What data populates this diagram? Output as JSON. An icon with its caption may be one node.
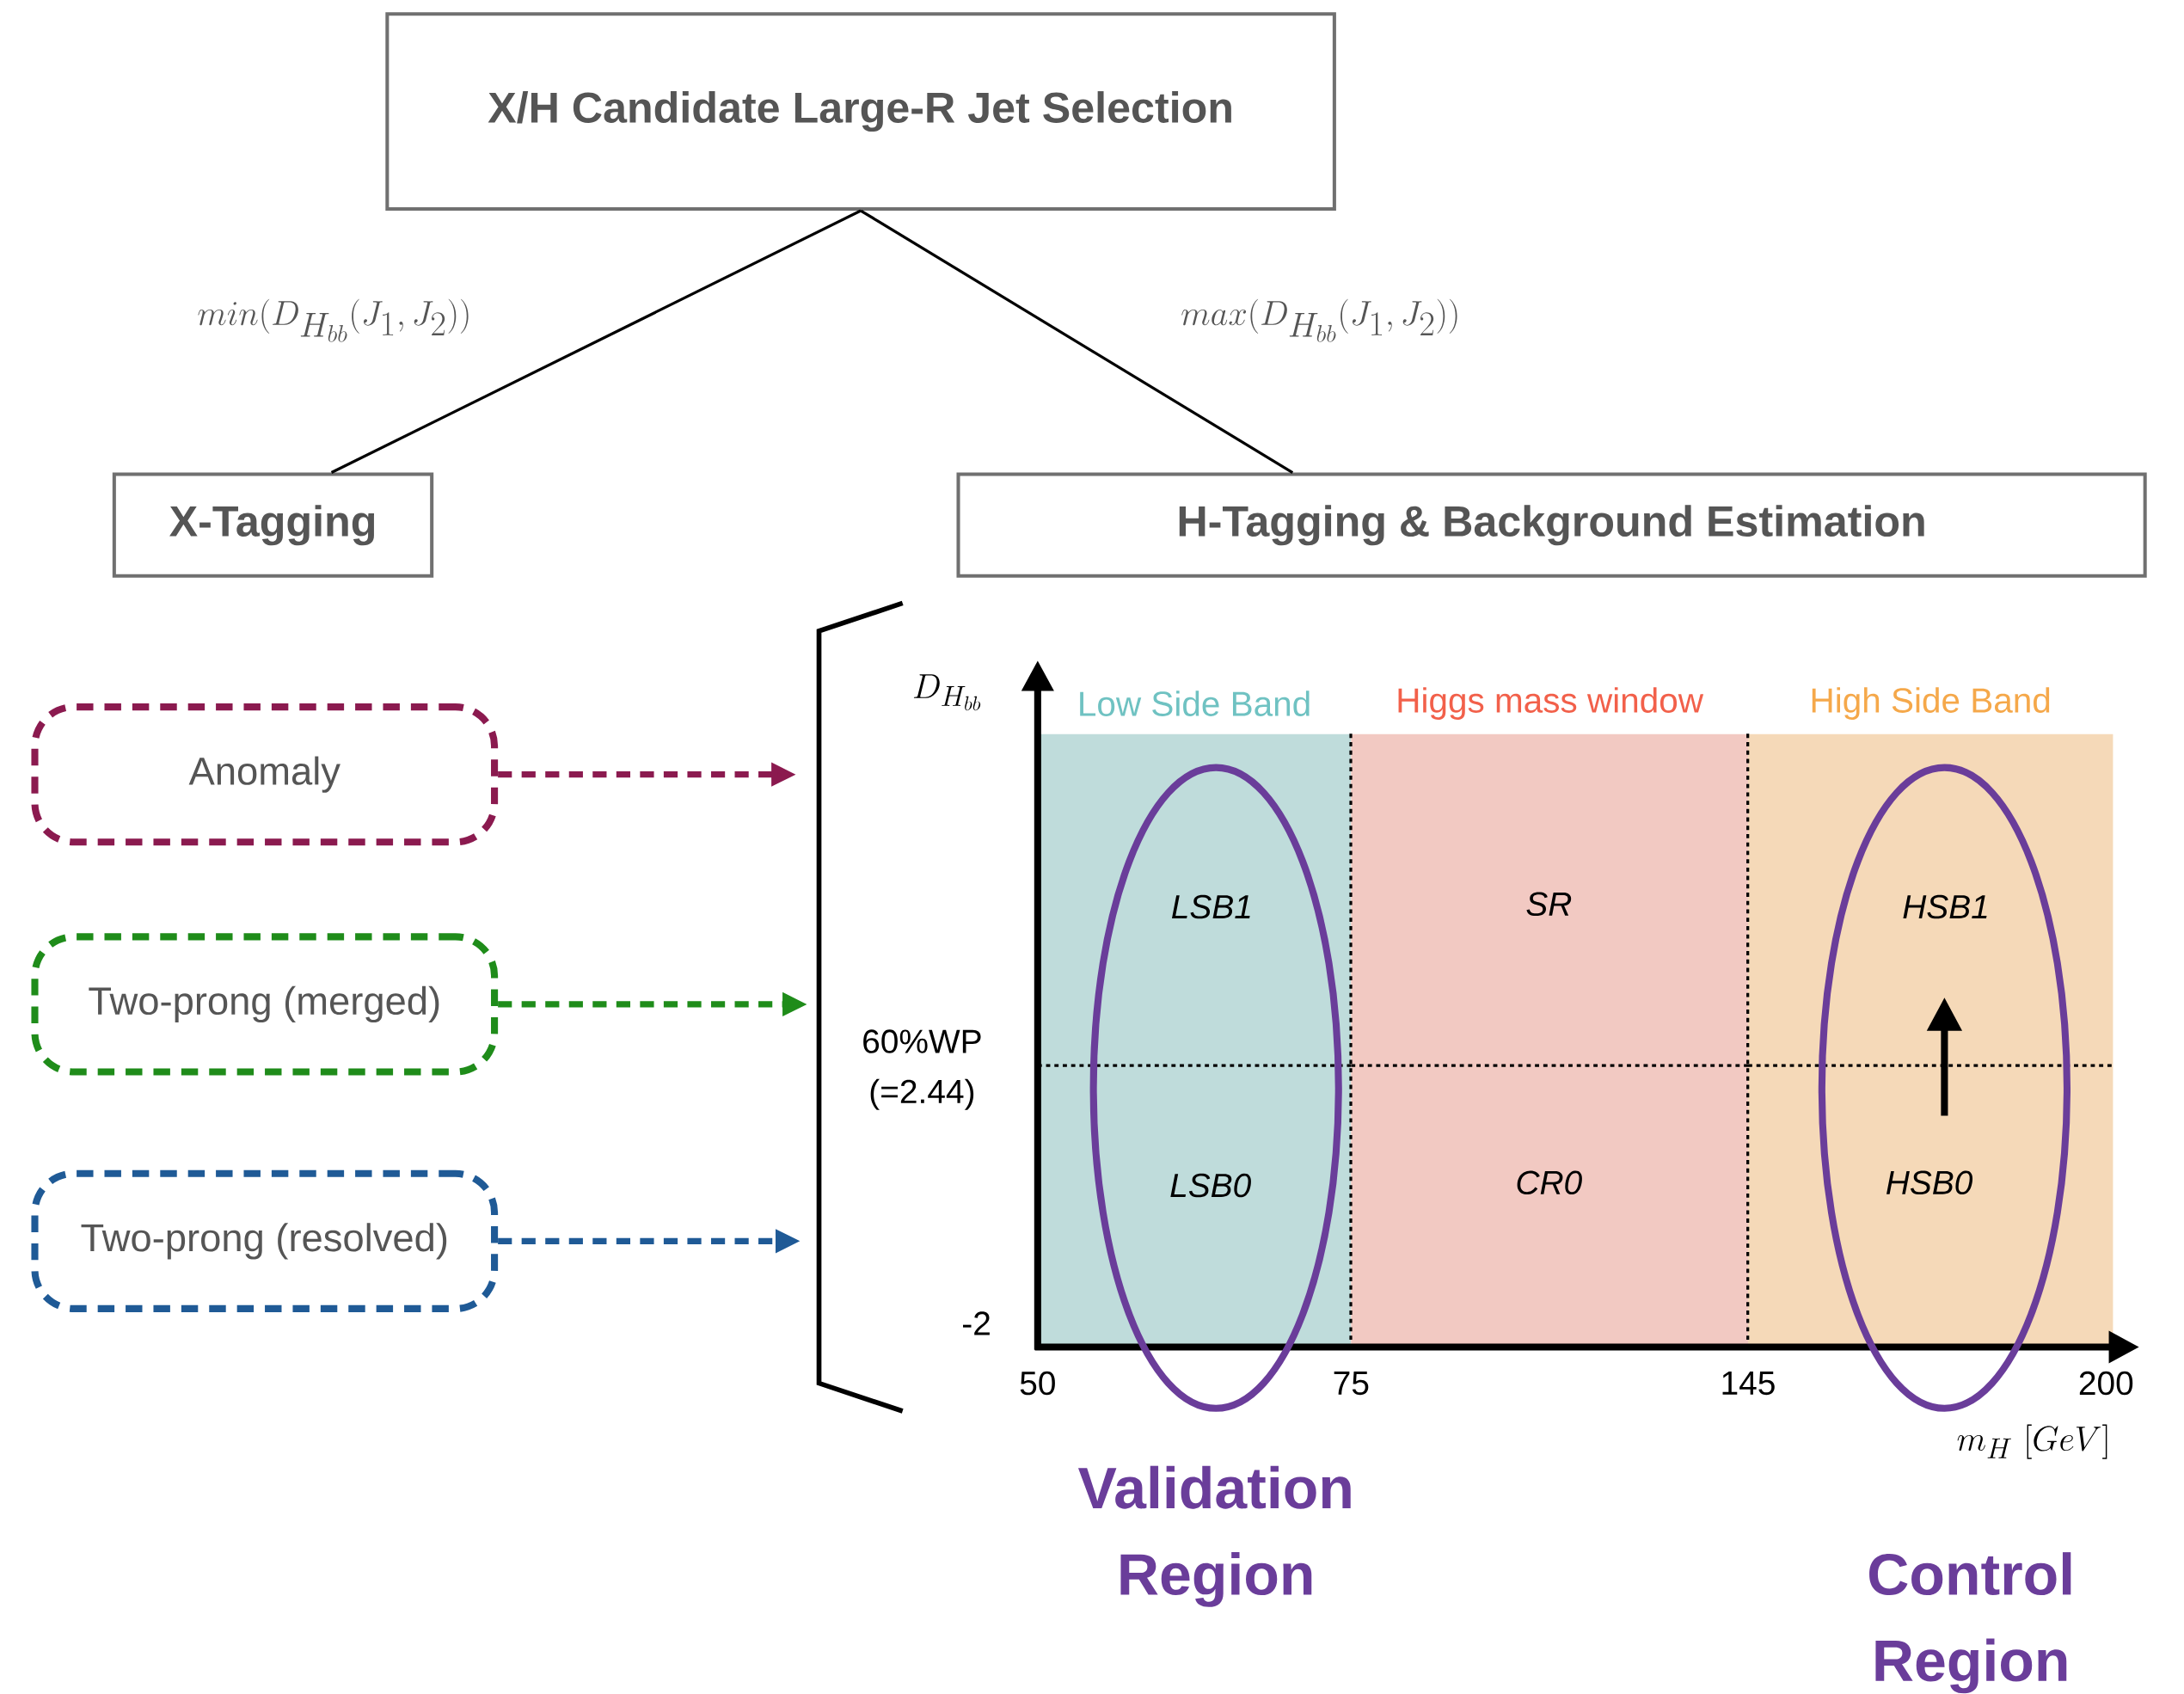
{
  "diagram": {
    "nodes": [
      {
        "text": [
          "X/H Candidate Large-R Jet Selection"
        ]
      },
      {
        "text": [
          "X-Tagging"
        ]
      },
      {
        "text": [
          "H-Tagging & Background Estimation"
        ]
      },
      {
        "text": [
          "Anomaly"
        ]
      },
      {
        "text": [
          "Two-prong (merged)"
        ]
      },
      {
        "text": [
          "Two-prong (resolved)"
        ]
      },
      {
        "text": [
          "Low Side Band"
        ]
      },
      {
        "text": [
          "Higgs mass window"
        ]
      },
      {
        "text": [
          "High Side Band"
        ]
      },
      {
        "text": [
          "Validation Region"
        ]
      },
      {
        "text": [
          "Control Region"
        ]
      },
      {
        "text": [],
        "shape": "bracket"
      }
    ],
    "edges": [
      {
        "from": 0,
        "to": 1,
        "arrow": "none",
        "label": "min(D_{H_{bb}}(J_1, J_2))"
      },
      {
        "from": 0,
        "to": 2,
        "arrow": "none",
        "label": "max(D_{H_{bb}}(J_1, J_2))"
      },
      {
        "from": 3,
        "to": 11,
        "arrow": "to",
        "style": "dashed",
        "color": "#8b1a4f"
      },
      {
        "from": 4,
        "to": 11,
        "arrow": "to",
        "style": "dashed",
        "color": "#1f8c1a"
      },
      {
        "from": 5,
        "to": 11,
        "arrow": "to",
        "style": "dashed",
        "color": "#1f5a96"
      }
    ],
    "labels": [
      "D_{H_{bb}}",
      "LSB1",
      "SR",
      "HSB1",
      "60%WP (=2.44)",
      "LSB0",
      "CR0",
      "HSB0",
      "-2",
      "50",
      "75",
      "145",
      "200",
      "m_H\\ [GeV]"
    ]
  }
}
